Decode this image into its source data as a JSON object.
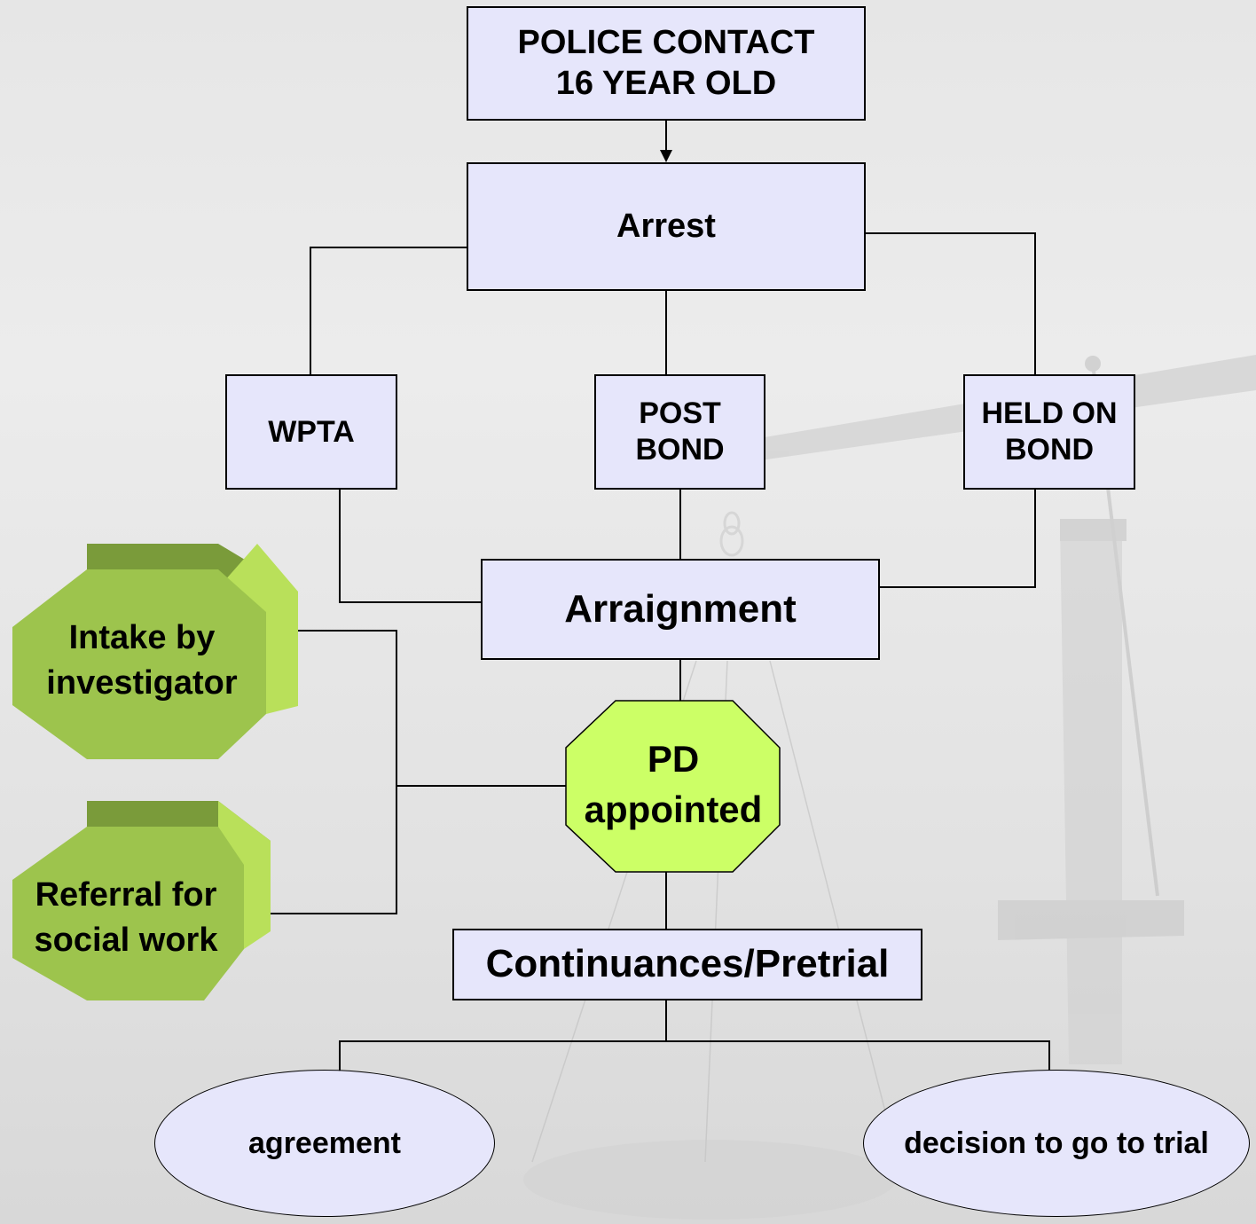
{
  "nodes": {
    "police_contact": "POLICE CONTACT\n16 YEAR OLD",
    "arrest": "Arrest",
    "wpta": "WPTA",
    "post_bond": "POST\nBOND",
    "held_on_bond": "HELD ON\nBOND",
    "arraignment": "Arraignment",
    "intake": "Intake by\ninvestigator",
    "referral": "Referral for\nsocial work",
    "pd_appointed": "PD\nappointed",
    "continuances": "Continuances/Pretrial",
    "agreement": "agreement",
    "decision": "decision to go to trial"
  },
  "colors": {
    "box_fill": "#e6e6fb",
    "octagon_green": "#9dc44d",
    "octagon_light": "#ccff66"
  }
}
